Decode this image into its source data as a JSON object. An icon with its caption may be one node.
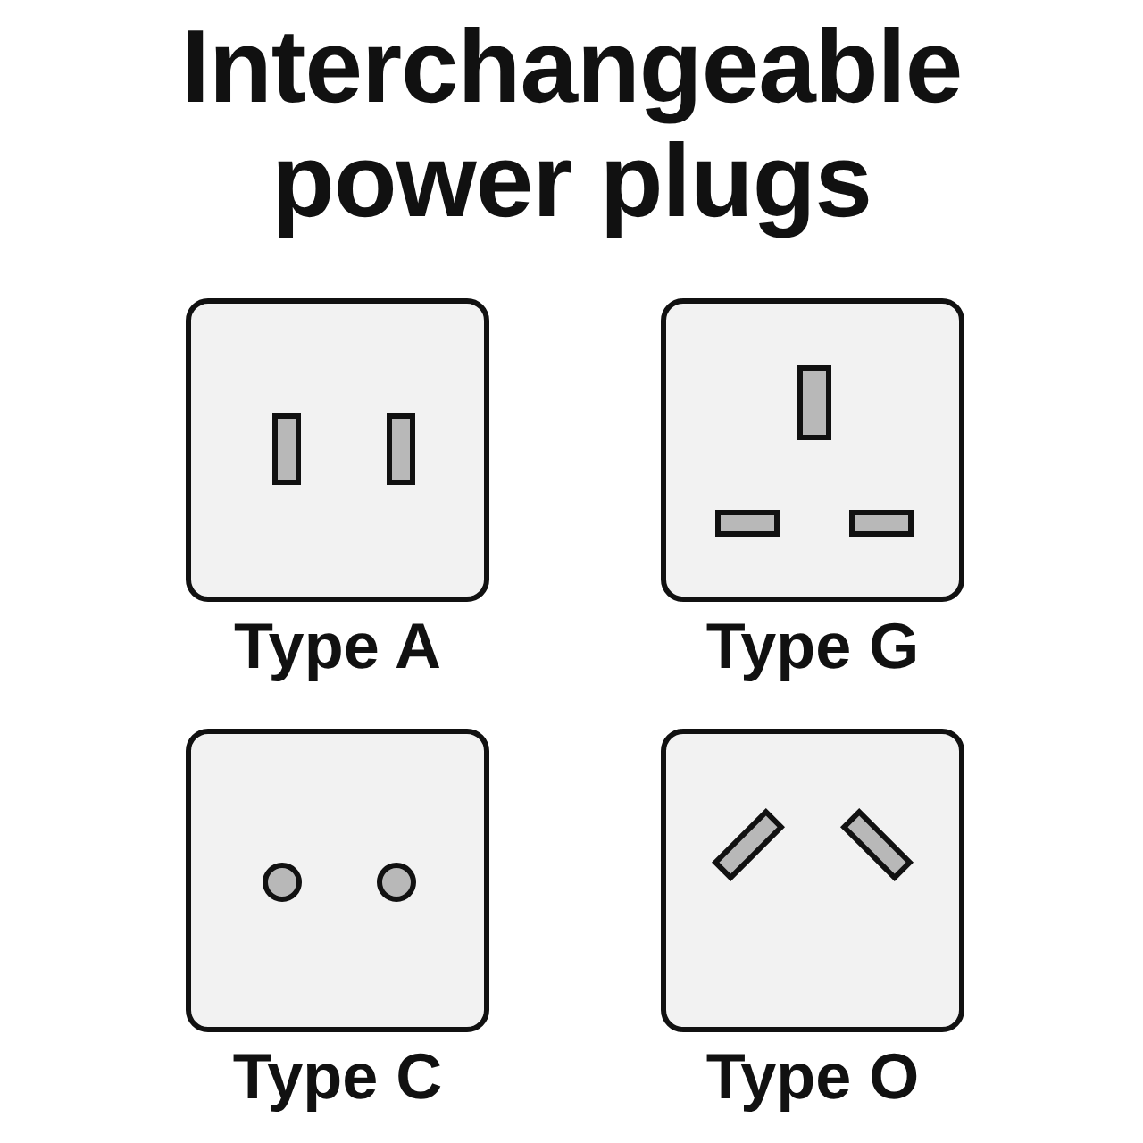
{
  "diagram": {
    "title": "Interchangeable power plugs",
    "nodes": [
      {
        "text": [
          "Type A"
        ]
      },
      {
        "text": [
          "Type G"
        ]
      },
      {
        "text": [
          "Type C"
        ]
      },
      {
        "text": [
          "Type O"
        ]
      }
    ]
  }
}
